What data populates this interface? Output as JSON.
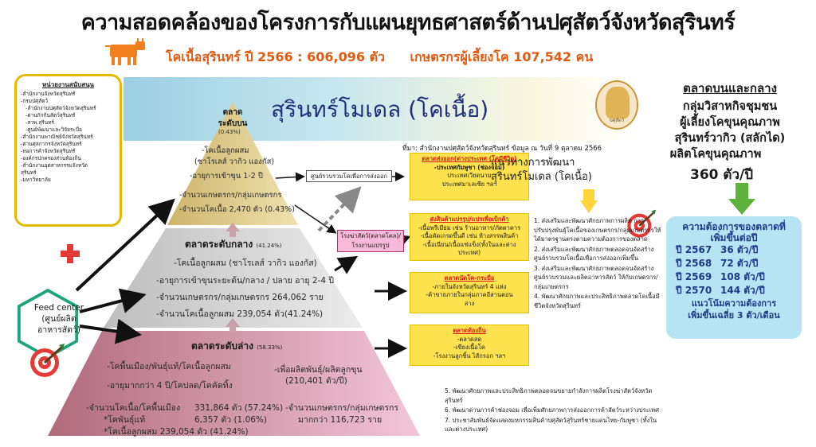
{
  "title": "ความสอดคล้องของโครงการกับแผนยุทธศาสตร์ด้านปศุสัตว์จังหวัดสุรินทร์",
  "subtitle": {
    "cattle": "โคเนื้อสุรินทร์ ปี 2566 : 606,096 ตัว",
    "farmers": "เกษตรกรผู้เลี้ยงโค 107,542 คน"
  },
  "banner": {
    "title": "สุรินทร์โมเดล (โคเนื้อ)",
    "seal_text": "ปศุสัตว์"
  },
  "support": {
    "title": "หน่วยงานสนับสนุน",
    "items": [
      {
        "text": "-สำนักงานจังหวัดสุรินทร์",
        "sub": false
      },
      {
        "text": "-กรมปศุสัตว์",
        "sub": false
      },
      {
        "text": "-สำนักงานปศุสัตว์จังหวัดสุรินทร์",
        "sub": true
      },
      {
        "text": "-ด่านกักกันสัตว์สุรินทร์",
        "sub": true
      },
      {
        "text": "-สวพ.สุรินทร์",
        "sub": true
      },
      {
        "text": "-ศูนย์พัฒนาและวิจัยระบือ",
        "sub": true
      },
      {
        "text": "-สำนักงานพาณิชย์จังหวัดสุรินทร์",
        "sub": false
      },
      {
        "text": "-ด่านศุลกากรจังหวัดสุรินทร์",
        "sub": false
      },
      {
        "text": "-หอการค้าจังหวัดสุรินทร์",
        "sub": false
      },
      {
        "text": "-องค์กรปกครองส่วนท้องถิ่น",
        "sub": false
      },
      {
        "text": "-สำนักงานอุตสาหกรรมจังหวัด",
        "sub": false
      },
      {
        "text": "สุรินทร์",
        "sub": false
      },
      {
        "text": "-มหาวิทยาลัย",
        "sub": false
      }
    ]
  },
  "feed_center": {
    "line1": "Feed center",
    "line2": "(ศูนย์ผลิต",
    "line3": "อาหารสัตว์)"
  },
  "top_tier": {
    "title1": "ตลาด",
    "title2": "ระดับบน",
    "pct": "(0.43%)",
    "l1": "-โคเนื้อลูกผสม",
    "l2": "(ชาโรเลส์ วากิว แองกัส)",
    "l3": "-อายุการเข้าขุน 1-2 ปี",
    "l4": "-จำนวนเกษตรกร/กลุ่มเกษตรกร",
    "l5": "-จำนวนโคเนื้อ 2,470 ตัว (0.43%)"
  },
  "mid_tier": {
    "title": "ตลาดระดับกลาง",
    "pct": "(41.24%)",
    "l1": "-โคเนื้อลูกผสม (ชาโรเลส์ วากิว แองกัส)",
    "l2": "-อายุการเข้าขุนระยะต้น/กลาง / ปลาย อายุ 2-4 ปี",
    "l3": "-จำนวนเกษตรกร/กลุ่มเกษตรกร 264,062 ราย",
    "l4": "-จำนวนโคเนื้อลูกผสม 239,054 ตัว(41.24%)"
  },
  "low_tier": {
    "title": "ตลาดระดับล่าง",
    "pct": "(58.33%)",
    "l1": "-โคพื้นเมือง/พันธุ์แท้/โคเนื้อลูกผสม",
    "l2": "-อายุมากกว่า 4 ปี/โคปลด/โคคัดทิ้ง",
    "l3": "-เพื่อผลิตพันธุ์/ผลิตลูกขุน",
    "l4": "(210,401 ตัว/ปี)",
    "l5": "-จำนวนโคเนื้อ/โคพื้นเมือง",
    "l5v": "331,864 ตัว (57.24%)",
    "l6": "*โคพันธุ์แท้",
    "l6v": "6,357 ตัว (1.06%)",
    "l7": "*โคเนื้อลูกผสม 239,054 ตัว (41.24%)",
    "l8": "-จำนวนเกษตรกร/กลุ่มเกษตรกร",
    "l9": "มากกว่า 116,723 ราย"
  },
  "boxes": {
    "center": "ศูนย์รวบรวมโคเพื่อการส่งออก",
    "slaughter1": "โรงฆ่าสัตว์(ตลาดโคล)/",
    "slaughter2": "โรงงานแปรรูป"
  },
  "source": "ที่มา: สำนักงานปศุสัตว์จังหวัดสุรินทร์ ข้อมูล ณ วันที่ 9 ตุลาคม 2566",
  "markets": [
    {
      "head": "ตลาดส่งออก(ต่างประเทศ (โคมีชีวิต)",
      "lines": [
        "-ประเทศกัมพูชา (ช่องจอม)",
        "ประเทศเวียดนาม",
        "ประเทศมาเลเซีย ฯลฯ"
      ],
      "bold": [
        true,
        false,
        false
      ]
    },
    {
      "head": "ส่งสินค้าแปรรูป/แปรเพื่อเบิกค้า",
      "lines": [
        "-เนื้อพรีเมียม เช่น ร้านอาหาร/ภัตตาคาร",
        "-เนื้อคัดเกรดขึ้นดี เช่น ห้างสรรพสินค้า",
        "-เนื้อเนียน/เนื้อแช่แข็ง(ทั้งในและต่าง",
        "ประเทศ)"
      ],
      "bold": [
        false,
        false,
        false,
        false
      ]
    },
    {
      "head": "ตลาดนัดโค-กระบือ",
      "lines": [
        "-ภายในจังหวัดสุรินทร์ 4 แห่ง",
        "-ค้าขายภายในกลุ่มภาคอีสานตอน",
        "ล่าง"
      ],
      "bold": [
        false,
        false,
        false
      ]
    },
    {
      "head": "ตลาดท้องถิ่น",
      "lines": [
        "-ตลาดสด",
        "-เขียงเนื้อโค",
        "-โรงงานลูกชิ้น ไส้กรอก ฯลฯ"
      ],
      "bold": [
        false,
        false,
        false
      ]
    }
  ],
  "development": {
    "title1": "แนวทางการพัฒนา",
    "title2": "สุรินทร์โมเดล (โคเนื้อ)",
    "items": [
      "1. ส่งเสริมและพัฒนาศักยภาพการผลิต การปรับปรุงพันธุ์โคเนื้อของเกษตรกร/กลุ่มเกษตรกรให้ได้มาตรฐานตรงตามความต้องการของตลาด",
      "2. ส่งเสริมและพัฒนาศักยภาพตลอดจนจัดสร้างศูนย์รวบรวมโคเนื้อเพื่อการส่งออกเพิ่มขึ้น",
      "3. ส่งเสริมและพัฒนาศักยภาพตลอดจนจัดสร้างศูนย์รวบรวมและผลิตอาหารสัตว์ ให้กับเกษตรกร/กลุ่มเกษตรกร",
      "4. พัฒนาศักยภาพและประสิทธิภาพตลาดโคเนื้อมีชีวิตจังหวัดสุรินทร์"
    ],
    "items2": [
      "5. พัฒนาศักยภาพและประสิทธิภาพตลอดจนขยายกำลังการผลิตโรงฆ่าสัตว์จังหวัดสุรินทร์",
      "6. พัฒนาด่านการค้าช่องจอม เพื่อเพิ่มศักยภาพการส่งออกการค้าสัตว์ระหว่างประเทศ",
      "7. ประชาสัมพันธ์จัดแสดงมหกรรมสินค้าปศุสัตว์สุรินทร์ชายแดนไทย-กัมพูชา (ทั้งในและต่างประเทศ)"
    ]
  },
  "market_right": {
    "title": "ตลาดบนและกลาง",
    "l1": "กลุ่มวิสาหกิจชุมชน",
    "l2": "ผู้เลี้ยงโคขุนคุณภาพ",
    "l3": "สุรินทร์วากิว (สลักได)",
    "l4": "ผลิตโคขุนคุณภาพ",
    "qty": "360 ตัว/ปี"
  },
  "need": {
    "title1": "ความต้องการของตลาดที่",
    "title2": "เพิ่มขึ้นต่อปี",
    "rows": [
      {
        "year": "ปี 2567",
        "value": "36 ตัว/ปี"
      },
      {
        "year": "ปี 2568",
        "value": "72 ตัว/ปี"
      },
      {
        "year": "ปี 2569",
        "value": "108 ตัว/ปี"
      },
      {
        "year": "ปี 2570",
        "value": "144 ตัว/ปี"
      }
    ],
    "trend1": "แนวโน้มความต้องการ",
    "trend2": "เพิ่มขึ้นเฉลี่ย 3 ตัว/เดือน"
  },
  "colors": {
    "title_orange": "#e05a10",
    "banner_blue": "#1f2f7a",
    "top_tier": "#dcc680",
    "mid_tier": "#d2d2d2",
    "low_tier": "#c98a98",
    "yellow_box": "#ffe24d",
    "green_arrow": "#5cb23a",
    "need_blue": "#b7e4f3"
  }
}
